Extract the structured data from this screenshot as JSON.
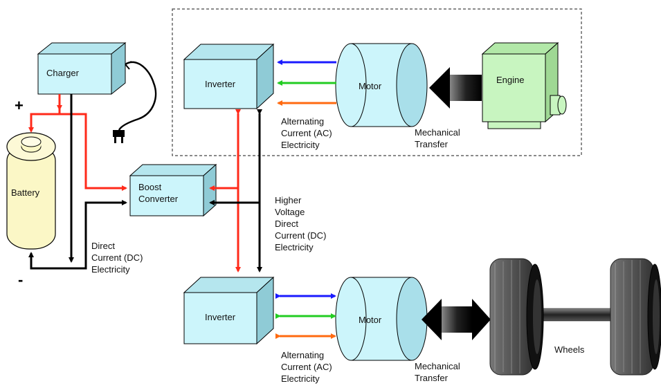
{
  "components": {
    "charger": "Charger",
    "battery": "Battery",
    "boost_converter": [
      "Boost",
      "Converter"
    ],
    "inverter_top": "Inverter",
    "inverter_bottom": "Inverter",
    "motor_top": "Motor",
    "motor_bottom": "Motor",
    "engine": "Engine",
    "wheels": "Wheels"
  },
  "terminals": {
    "plus": "+",
    "minus": "-"
  },
  "labels": {
    "dc_low": [
      "Direct",
      "Current (DC)",
      "Electricity"
    ],
    "dc_high": [
      "Higher",
      "Voltage",
      "Direct",
      "Current (DC)",
      "Electricity"
    ],
    "ac_top": [
      "Alternating",
      "Current (AC)",
      "Electricity"
    ],
    "ac_bottom": [
      "Alternating",
      "Current (AC)",
      "Electricity"
    ],
    "mech_top": [
      "Mechanical",
      "Transfer"
    ],
    "mech_bottom": [
      "Mechanical",
      "Transfer"
    ]
  },
  "colors": {
    "box_fill": "#ccf5fb",
    "engine_fill": "#c8f5c0",
    "dc_red": "#ff2a1a",
    "dc_black": "#000000",
    "ac_blue": "#1a1aff",
    "ac_green": "#22cc22",
    "ac_orange": "#ff6a10",
    "battery_fill": "#fbf7c6"
  }
}
